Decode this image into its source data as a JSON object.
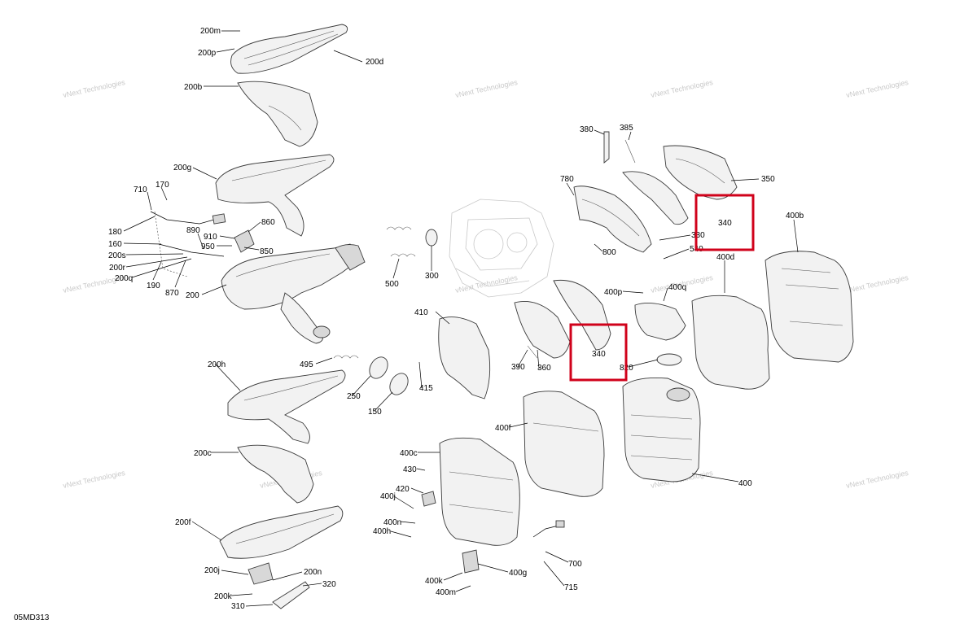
{
  "diagram_code": "05MD313",
  "watermark_text": "vNext Technologies",
  "highlight_color": "#d0021b",
  "callouts": [
    {
      "id": "c-200m",
      "text": "200m"
    },
    {
      "id": "c-200p",
      "text": "200p"
    },
    {
      "id": "c-200d",
      "text": "200d"
    },
    {
      "id": "c-200b",
      "text": "200b"
    },
    {
      "id": "c-200g",
      "text": "200g"
    },
    {
      "id": "c-710",
      "text": "710"
    },
    {
      "id": "c-170",
      "text": "170"
    },
    {
      "id": "c-180",
      "text": "180"
    },
    {
      "id": "c-890",
      "text": "890"
    },
    {
      "id": "c-910",
      "text": "910"
    },
    {
      "id": "c-860",
      "text": "860"
    },
    {
      "id": "c-160",
      "text": "160"
    },
    {
      "id": "c-950",
      "text": "950"
    },
    {
      "id": "c-200s",
      "text": "200s"
    },
    {
      "id": "c-850",
      "text": "850"
    },
    {
      "id": "c-200r",
      "text": "200r"
    },
    {
      "id": "c-200q",
      "text": "200q"
    },
    {
      "id": "c-190",
      "text": "190"
    },
    {
      "id": "c-870",
      "text": "870"
    },
    {
      "id": "c-200",
      "text": "200"
    },
    {
      "id": "c-500",
      "text": "500"
    },
    {
      "id": "c-300",
      "text": "300"
    },
    {
      "id": "c-380",
      "text": "380"
    },
    {
      "id": "c-385",
      "text": "385"
    },
    {
      "id": "c-780",
      "text": "780"
    },
    {
      "id": "c-350",
      "text": "350"
    },
    {
      "id": "c-340a",
      "text": "340"
    },
    {
      "id": "c-400b",
      "text": "400b"
    },
    {
      "id": "c-330",
      "text": "330"
    },
    {
      "id": "c-800",
      "text": "800"
    },
    {
      "id": "c-540",
      "text": "540"
    },
    {
      "id": "c-400d",
      "text": "400d"
    },
    {
      "id": "c-400p",
      "text": "400p"
    },
    {
      "id": "c-400q",
      "text": "400q"
    },
    {
      "id": "c-410",
      "text": "410"
    },
    {
      "id": "c-495",
      "text": "495"
    },
    {
      "id": "c-390",
      "text": "390"
    },
    {
      "id": "c-360",
      "text": "360"
    },
    {
      "id": "c-340b",
      "text": "340"
    },
    {
      "id": "c-820",
      "text": "820"
    },
    {
      "id": "c-250",
      "text": "250"
    },
    {
      "id": "c-415",
      "text": "415"
    },
    {
      "id": "c-150",
      "text": "150"
    },
    {
      "id": "c-200h",
      "text": "200h"
    },
    {
      "id": "c-400f",
      "text": "400f"
    },
    {
      "id": "c-200c",
      "text": "200c"
    },
    {
      "id": "c-400c",
      "text": "400c"
    },
    {
      "id": "c-430",
      "text": "430"
    },
    {
      "id": "c-420",
      "text": "420"
    },
    {
      "id": "c-400j",
      "text": "400j"
    },
    {
      "id": "c-400",
      "text": "400"
    },
    {
      "id": "c-400n",
      "text": "400n"
    },
    {
      "id": "c-400h",
      "text": "400h"
    },
    {
      "id": "c-200f",
      "text": "200f"
    },
    {
      "id": "c-700",
      "text": "700"
    },
    {
      "id": "c-200j",
      "text": "200j"
    },
    {
      "id": "c-200n",
      "text": "200n"
    },
    {
      "id": "c-400g",
      "text": "400g"
    },
    {
      "id": "c-320",
      "text": "320"
    },
    {
      "id": "c-715",
      "text": "715"
    },
    {
      "id": "c-400k",
      "text": "400k"
    },
    {
      "id": "c-200k",
      "text": "200k"
    },
    {
      "id": "c-310",
      "text": "310"
    },
    {
      "id": "c-400m",
      "text": "400m"
    }
  ]
}
